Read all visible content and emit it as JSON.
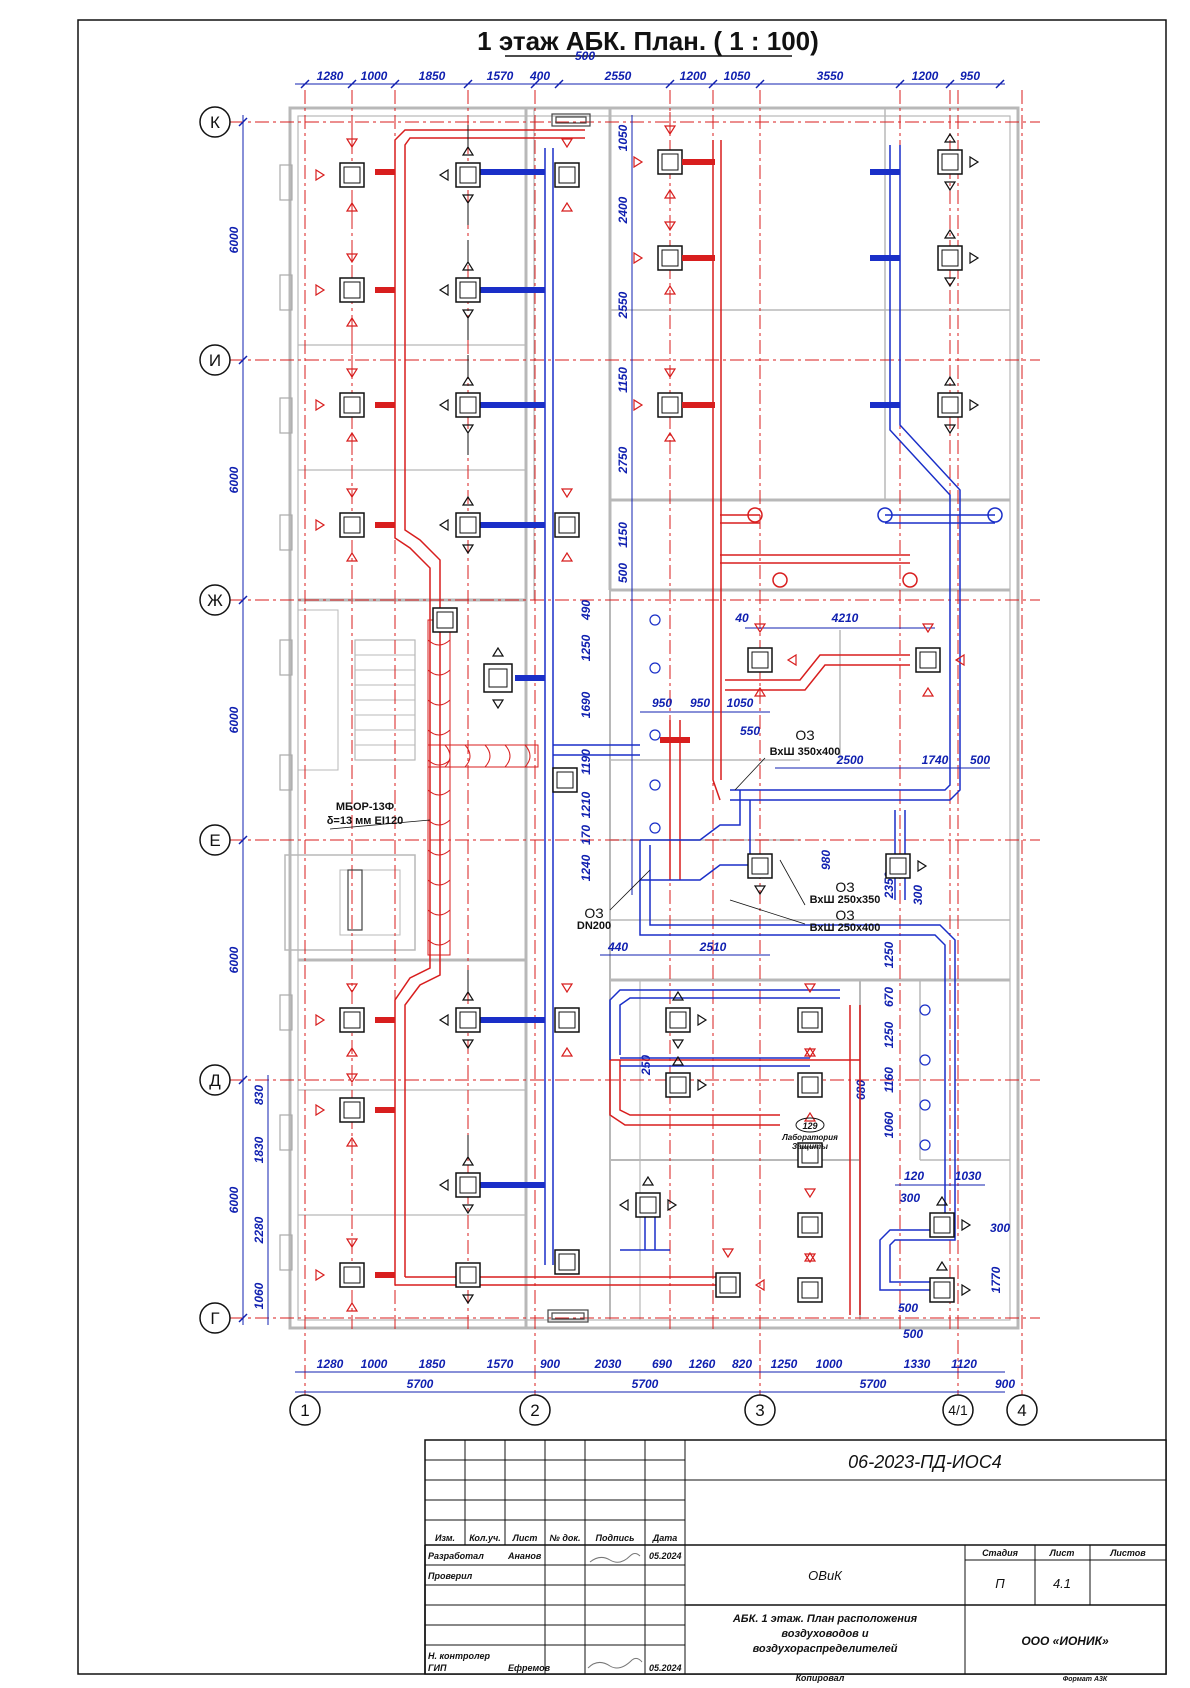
{
  "title": "1 этаж АБК. План. ( 1 : 100)",
  "colors": {
    "supply_duct": "#d81e1e",
    "exhaust_duct": "#1a2fc8",
    "dimension": "#1020b0",
    "grid": "#d81e1e",
    "walls": "#b8b8b8",
    "ink": "#111111"
  },
  "axes": {
    "rows": [
      "К",
      "И",
      "Ж",
      "Е",
      "Д",
      "Г"
    ],
    "columns": [
      "1",
      "2",
      "3",
      "4/1",
      "4"
    ]
  },
  "dimensions": {
    "top": [
      "1280",
      "1000",
      "1850",
      "1570",
      "400",
      "500",
      "2550",
      "1200",
      "1050",
      "3550",
      "1200",
      "950"
    ],
    "bottom": [
      "1280",
      "1000",
      "1850",
      "1570",
      "900",
      "2030",
      "690",
      "1260",
      "820",
      "1250",
      "1000",
      "500",
      "500",
      "1330",
      "1120"
    ],
    "bottom_totals": [
      "5700",
      "5700",
      "5700",
      "900"
    ],
    "left_bays": [
      "6000",
      "6000",
      "6000",
      "6000",
      "6000"
    ],
    "left_lower": [
      "830",
      "1830",
      "2280",
      "1060"
    ],
    "vertical_inner": [
      "1050",
      "2400",
      "2550",
      "1150",
      "2750",
      "1150",
      "500",
      "490",
      "1250",
      "1690",
      "1190",
      "1210",
      "170",
      "1240"
    ],
    "inner_horizontal": [
      "40",
      "4210",
      "950",
      "950",
      "1050",
      "550",
      "2500",
      "1740",
      "500",
      "440",
      "2510",
      "120",
      "1030",
      "300",
      "300"
    ],
    "inner_right_vertical": [
      "980",
      "2350",
      "300",
      "1250",
      "670",
      "1250",
      "1160",
      "1060",
      "680",
      "250",
      "1770"
    ]
  },
  "annotations": {
    "fire_insulation": [
      "МБОР-13Ф",
      "δ=13 мм EI120"
    ],
    "oz1": [
      "ОЗ",
      "ВхШ 350х400"
    ],
    "oz2": [
      "ОЗ",
      "ВхШ 250х350"
    ],
    "oz3": [
      "ОЗ",
      "ВхШ 250х400"
    ],
    "oz4": [
      "ОЗ",
      "DN200"
    ],
    "room": [
      "129",
      "Лаборатория",
      "Защиты"
    ]
  },
  "stamp": {
    "doc_code": "06-2023-ПД-ИОС4",
    "headers": [
      "Изм.",
      "Кол.уч.",
      "Лист",
      "№ док.",
      "Подпись",
      "Дата"
    ],
    "rows": [
      {
        "role": "Разработал",
        "name": "Ананов",
        "date": "05.2024"
      },
      {
        "role": "Проверил",
        "name": "",
        "date": ""
      },
      {
        "role": "",
        "name": "",
        "date": ""
      },
      {
        "role": "",
        "name": "",
        "date": ""
      },
      {
        "role": "Н. контролер",
        "name": "",
        "date": ""
      },
      {
        "role": "ГИП",
        "name": "Ефремов",
        "date": "05.2024"
      }
    ],
    "section": "ОВиК",
    "stage_header": "Стадия",
    "sheet_header": "Лист",
    "sheets_header": "Листов",
    "stage": "П",
    "sheet": "4.1",
    "sheets": "",
    "description": [
      "АБК. 1 этаж. План расположения",
      "воздуховодов и",
      "воздухораспределителей"
    ],
    "company": "ООО «ИОНИК»",
    "copied": "Копировал",
    "format": "Формат А3К"
  }
}
